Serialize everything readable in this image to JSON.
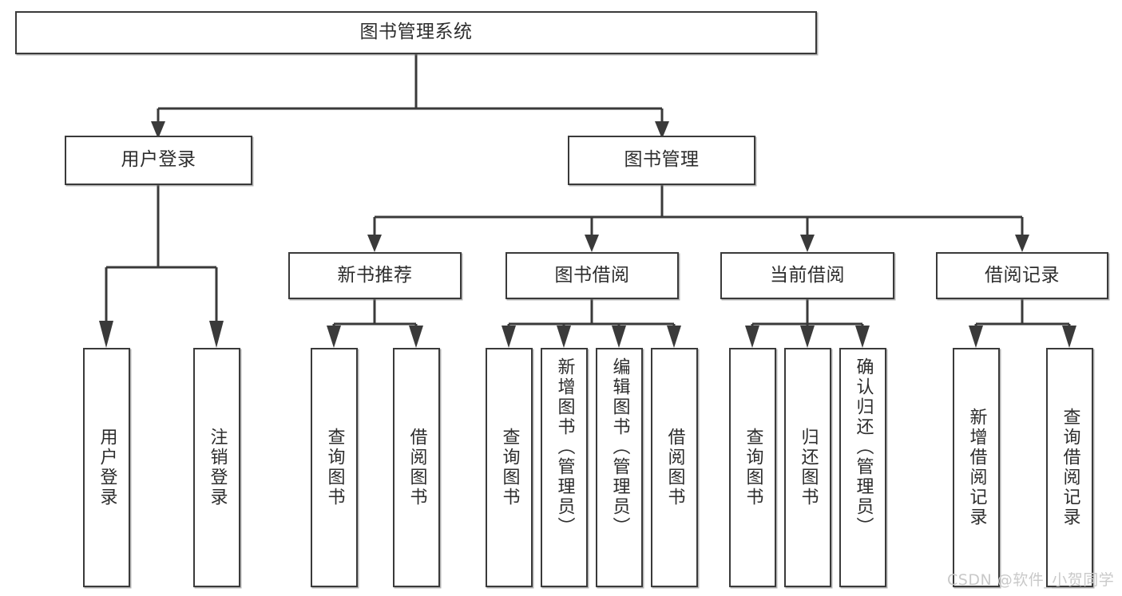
{
  "diagram": {
    "title": "图书管理系统",
    "type": "hierarchy-tree",
    "watermark": "CSDN @软件_小贺同学",
    "colors": {
      "box_border": "#3a3a3a",
      "box_fill": "#ffffff",
      "edge": "#3a3a3a",
      "text": "#2d2d2d",
      "watermark": "#c9c9c9"
    },
    "root": {
      "label": "图书管理系统"
    },
    "level2": [
      {
        "id": "user-login",
        "label": "用户登录"
      },
      {
        "id": "book-manage",
        "label": "图书管理"
      }
    ],
    "level3": [
      {
        "id": "new-book-rec",
        "label": "新书推荐"
      },
      {
        "id": "book-borrow",
        "label": "图书借阅"
      },
      {
        "id": "current-borrow",
        "label": "当前借阅"
      },
      {
        "id": "borrow-record",
        "label": "借阅记录"
      }
    ],
    "leaves": {
      "user_login": [
        {
          "id": "leaf-user-login",
          "label": "用户登录"
        },
        {
          "id": "leaf-logout",
          "label": "注销登录"
        }
      ],
      "new_book_rec": [
        {
          "id": "leaf-query-book-1",
          "label": "查询图书"
        },
        {
          "id": "leaf-borrow-book-1",
          "label": "借阅图书"
        }
      ],
      "book_borrow": [
        {
          "id": "leaf-query-book-2",
          "label": "查询图书"
        },
        {
          "id": "leaf-add-book",
          "label": "新增图书（管理员）"
        },
        {
          "id": "leaf-edit-book",
          "label": "编辑图书（管理员）"
        },
        {
          "id": "leaf-borrow-book-2",
          "label": "借阅图书"
        }
      ],
      "current_borrow": [
        {
          "id": "leaf-query-book-3",
          "label": "查询图书"
        },
        {
          "id": "leaf-return-book",
          "label": "归还图书"
        },
        {
          "id": "leaf-confirm-return",
          "label": "确认归还（管理员）"
        }
      ],
      "borrow_record": [
        {
          "id": "leaf-add-record",
          "label": "新增借阅记录"
        },
        {
          "id": "leaf-query-record",
          "label": "查询借阅记录"
        }
      ]
    }
  }
}
